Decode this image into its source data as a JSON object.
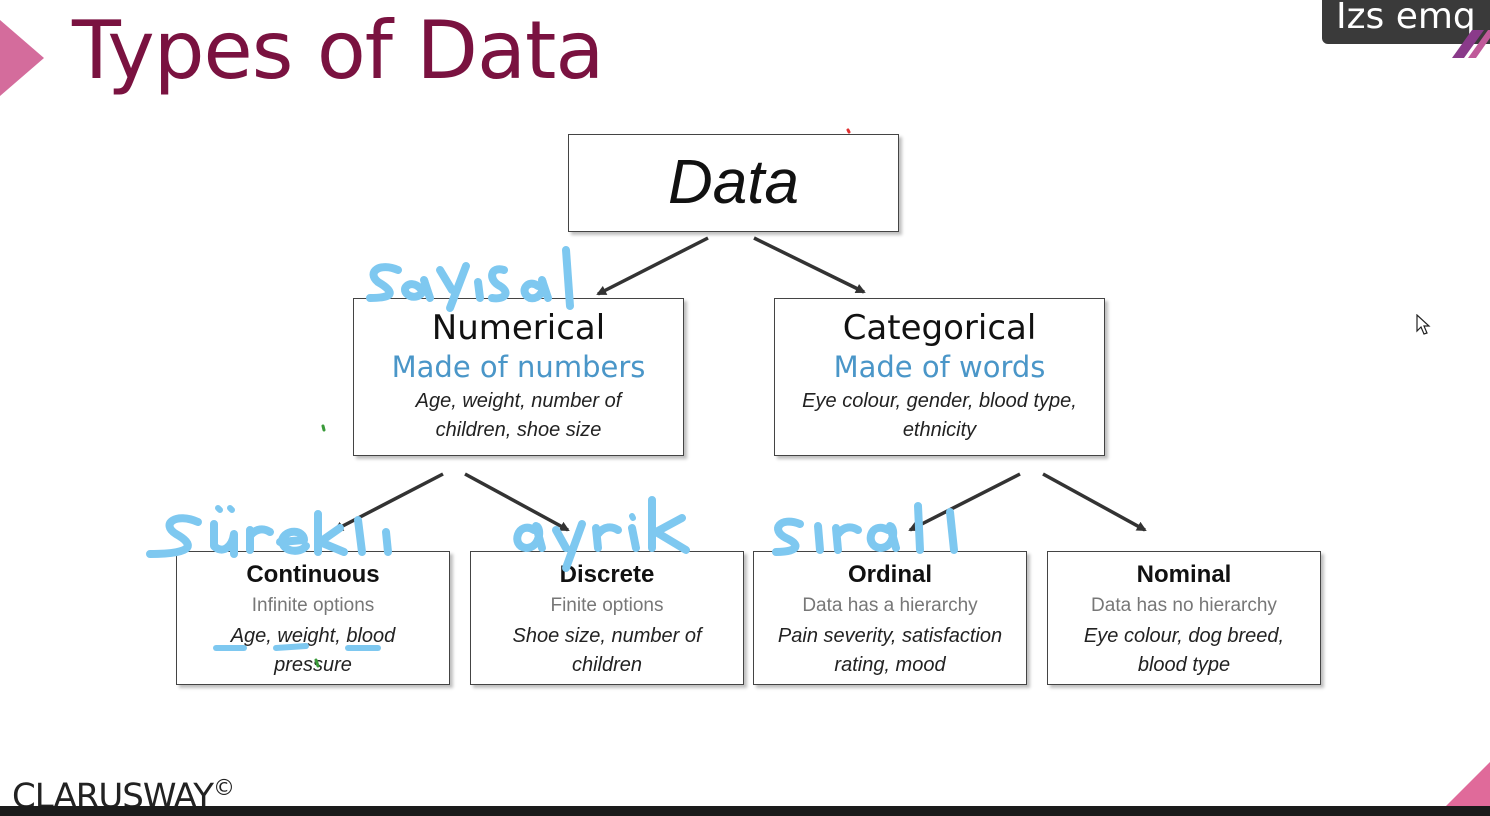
{
  "slide": {
    "title": "Types of Data",
    "badge": "Izs emq",
    "footer_logo": "CLARUSWAY",
    "footer_mark": "©",
    "colors": {
      "title": "#7a1240",
      "accent": "#d46c9c",
      "subtitle": "#4a96c8",
      "ink": "#7ec8f0"
    }
  },
  "diagram": {
    "root": {
      "title": "Data"
    },
    "numerical": {
      "title": "Numerical",
      "subtitle": "Made of numbers",
      "examples": "Age, weight, number of children, shoe size"
    },
    "categorical": {
      "title": "Categorical",
      "subtitle": "Made of words",
      "examples": "Eye colour, gender, blood type, ethnicity"
    },
    "continuous": {
      "title": "Continuous",
      "subtitle": "Infinite options",
      "examples": "Age, weight, blood pressure"
    },
    "discrete": {
      "title": "Discrete",
      "subtitle": "Finite options",
      "examples": "Shoe size, number of children"
    },
    "ordinal": {
      "title": "Ordinal",
      "subtitle": "Data has a hierarchy",
      "examples": "Pain severity, satisfaction rating, mood"
    },
    "nominal": {
      "title": "Nominal",
      "subtitle": "Data has no hierarchy",
      "examples": "Eye colour, dog breed, blood type"
    }
  },
  "annotations": {
    "numerical_note": "Sayısal",
    "continuous_note": "Sürekli",
    "discrete_note": "ayrık",
    "ordinal_note": "sıralı"
  }
}
